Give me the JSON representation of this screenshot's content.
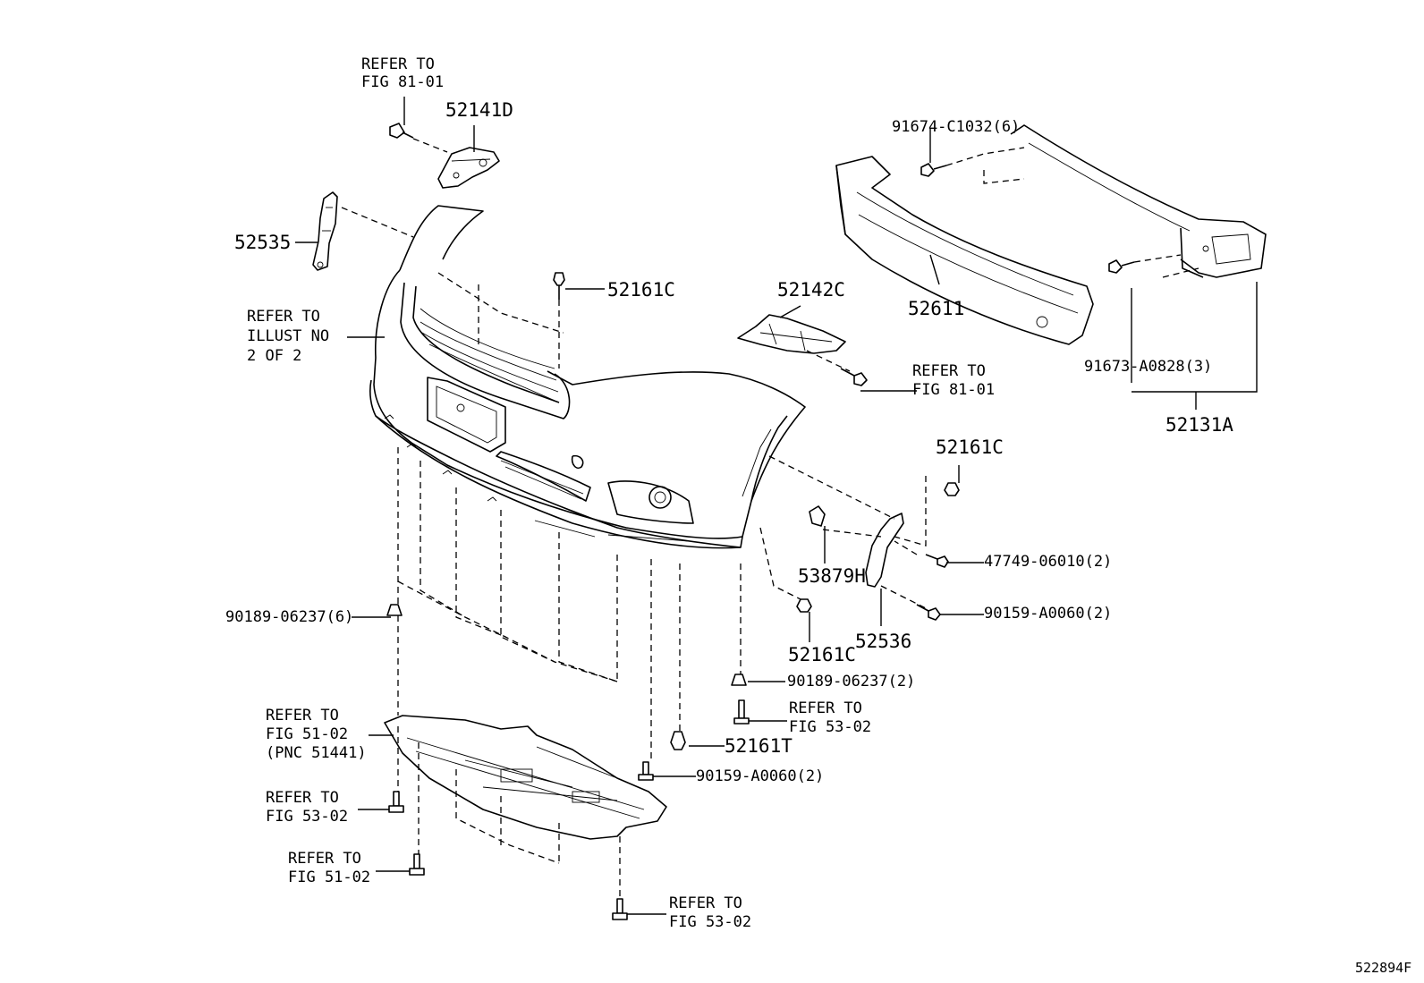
{
  "labels": {
    "refer_fig8101_top_l1": "REFER TO",
    "refer_fig8101_top_l2": "FIG 81-01",
    "p52141D": "52141D",
    "p91674": "91674-C1032(6)",
    "p52535": "52535",
    "p52161C_top": "52161C",
    "p52142C": "52142C",
    "p52611": "52611",
    "refer_illust_l1": "REFER TO",
    "refer_illust_l2": "ILLUST NO",
    "refer_illust_l3": "2 OF 2",
    "refer_fig8101_mid_l1": "REFER TO",
    "refer_fig8101_mid_l2": "FIG 81-01",
    "p91673": "91673-A0828(3)",
    "p52131A": "52131A",
    "p52161C_right": "52161C",
    "p47749": "47749-06010(2)",
    "p53879H": "53879H",
    "p90159_right": "90159-A0060(2)",
    "p52536": "52536",
    "p90189_left": "90189-06237(6)",
    "p52161C_bottom": "52161C",
    "p90189_right": "90189-06237(2)",
    "refer_fig5302_a_l1": "REFER TO",
    "refer_fig5302_a_l2": "FIG 53-02",
    "refer_fig5102_a_l1": "REFER TO",
    "refer_fig5102_a_l2": "FIG 51-02",
    "refer_fig5102_a_l3": "(PNC 51441)",
    "p52161T": "52161T",
    "p90159_bottom": "90159-A0060(2)",
    "refer_fig5302_b_l1": "REFER TO",
    "refer_fig5302_b_l2": "FIG 53-02",
    "refer_fig5102_b_l1": "REFER TO",
    "refer_fig5102_b_l2": "FIG 51-02",
    "refer_fig5302_c_l1": "REFER TO",
    "refer_fig5302_c_l2": "FIG 53-02",
    "diagram_id": "522894F"
  }
}
